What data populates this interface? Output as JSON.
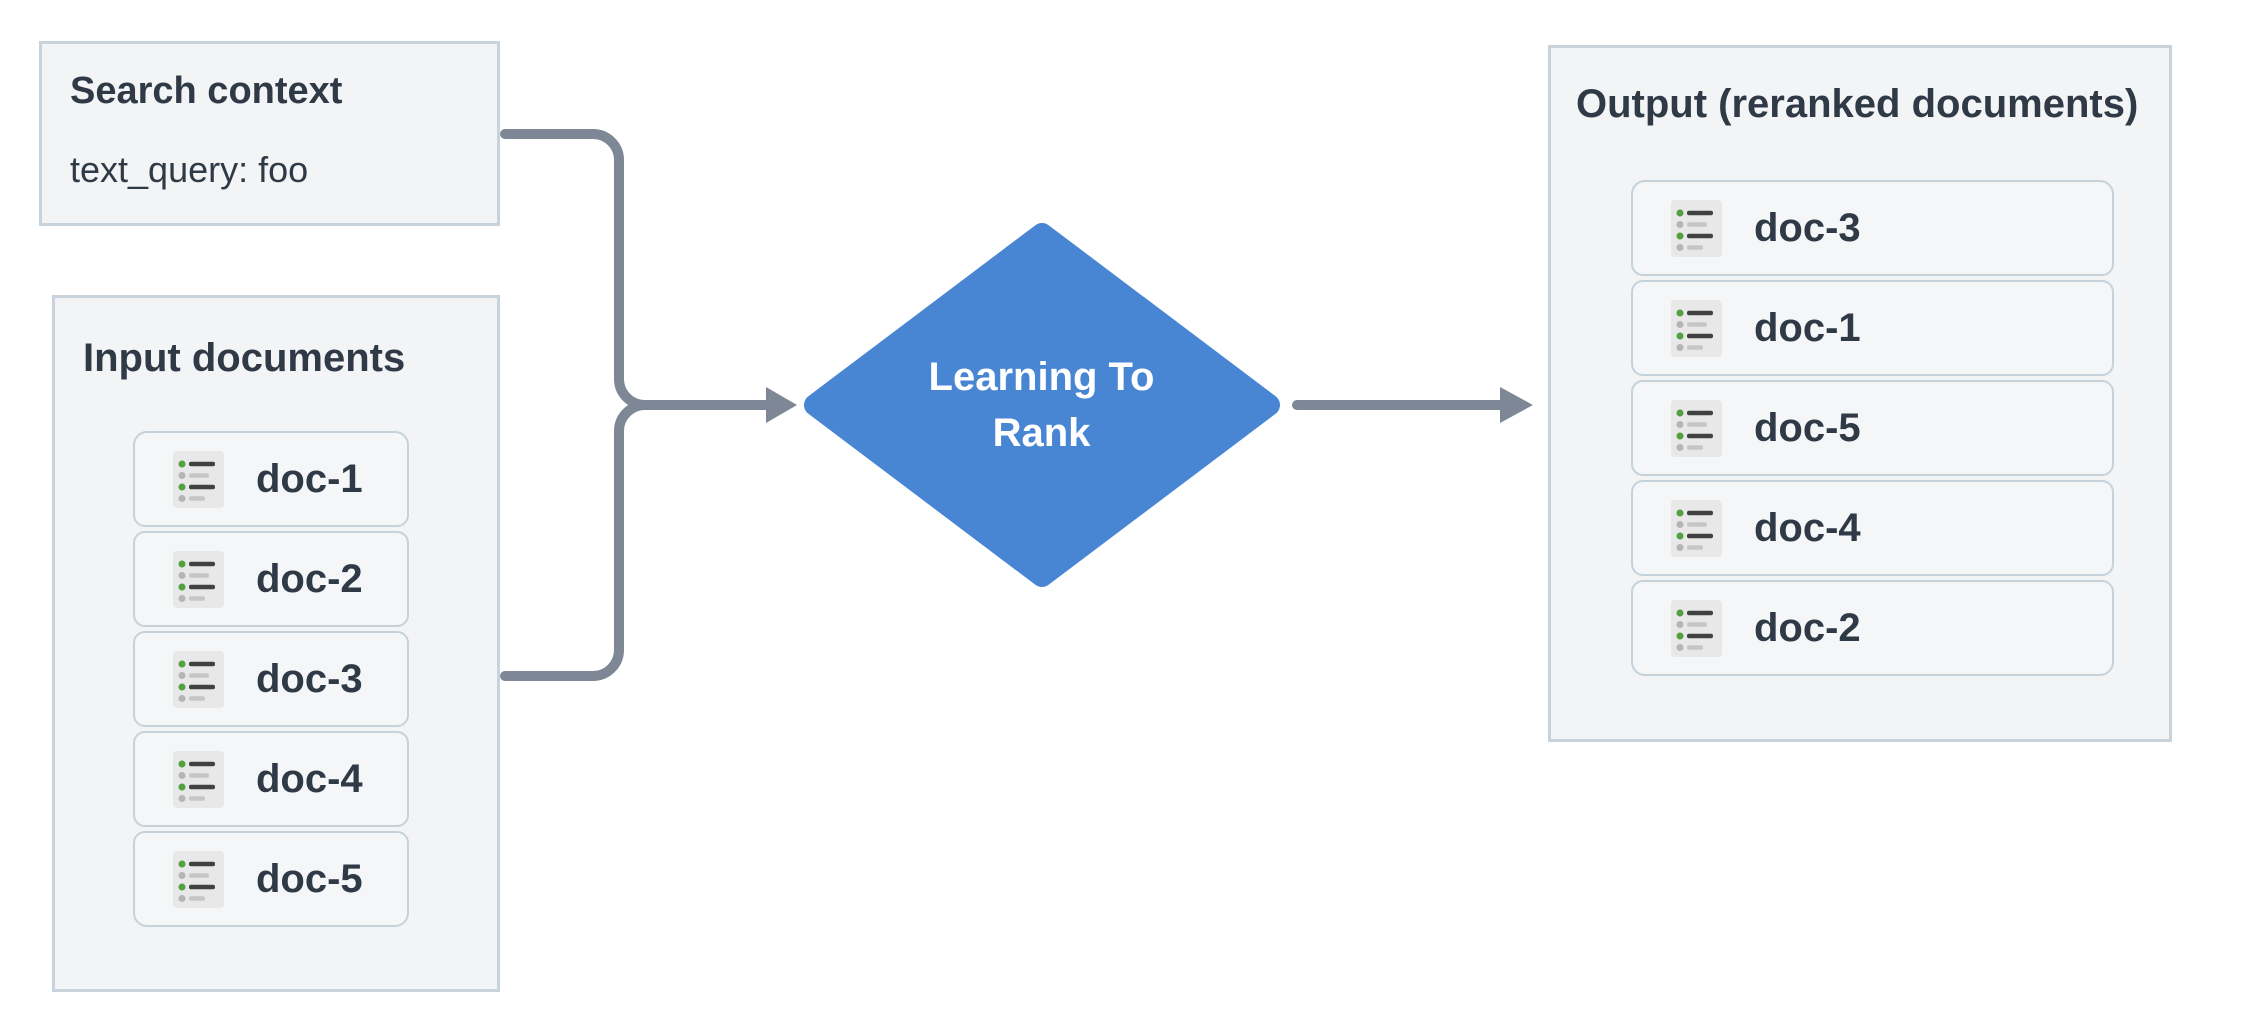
{
  "diagram": {
    "search_context": {
      "title": "Search context",
      "query_line": "text_query: foo"
    },
    "input_documents": {
      "title": "Input documents",
      "items": [
        "doc-1",
        "doc-2",
        "doc-3",
        "doc-4",
        "doc-5"
      ]
    },
    "process": {
      "line1": "Learning To",
      "line2": "Rank"
    },
    "output_documents": {
      "title": "Output (reranked documents)",
      "items": [
        "doc-3",
        "doc-1",
        "doc-5",
        "doc-4",
        "doc-2"
      ]
    }
  },
  "colors": {
    "process_diamond_fill": "#4886d4",
    "process_text": "#ffffff",
    "arrow": "#7d8795",
    "box_background": "#f2f4f6",
    "box_border": "#c9d3dc",
    "item_background": "#f4f6f8",
    "item_border": "#c6d2da",
    "text": "#2f3a46",
    "icon_background": "#e8e8e8",
    "icon_green_dot": "#53a03e",
    "icon_gray_dot": "#b5b5b5",
    "icon_dark_line": "#3f4142",
    "icon_light_line": "#c4c6c7"
  }
}
